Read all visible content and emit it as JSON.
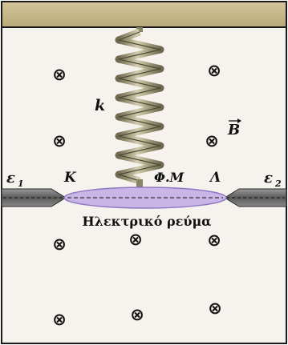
{
  "labels": {
    "k": "k",
    "B": "B",
    "eps1": "ε",
    "eps1_sub": "1",
    "eps2": "ε",
    "eps2_sub": "2",
    "K": "K",
    "FM": "Φ.Μ",
    "L": "Λ",
    "current": "Ηλεκτρικό ρεύμα"
  },
  "field_symbol": "⊗",
  "colors": {
    "panel": "#f6f3ee",
    "ceiling": "#c8b88a",
    "spring": "#9a9270",
    "rod_fill": "#c9b6e6",
    "rod_stroke": "#8f78c2",
    "rail": "#707070",
    "border": "#1a1a1a"
  }
}
